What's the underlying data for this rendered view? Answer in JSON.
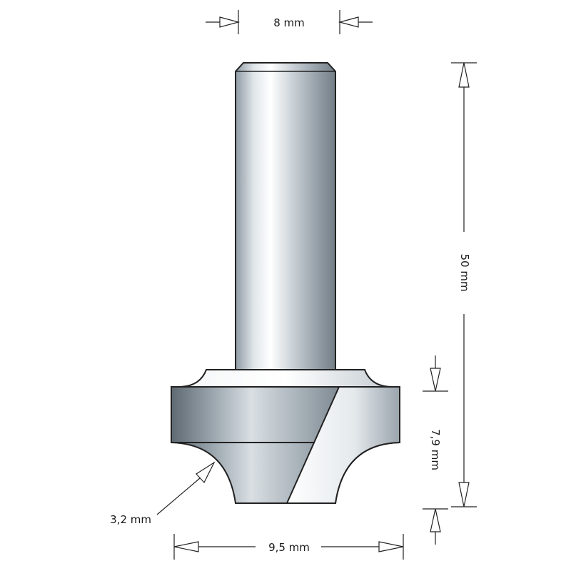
{
  "dimensions": {
    "shank_diameter": "8 mm",
    "overall_length": "50 mm",
    "cutting_height": "7,9 mm",
    "radius": "3,2 mm",
    "cutting_diameter": "9,5 mm"
  },
  "colors": {
    "outline": "#222222",
    "steel_light": "#e8ecef",
    "steel_mid": "#a9b3bb",
    "steel_dark": "#5f6a73",
    "background": "#ffffff"
  }
}
